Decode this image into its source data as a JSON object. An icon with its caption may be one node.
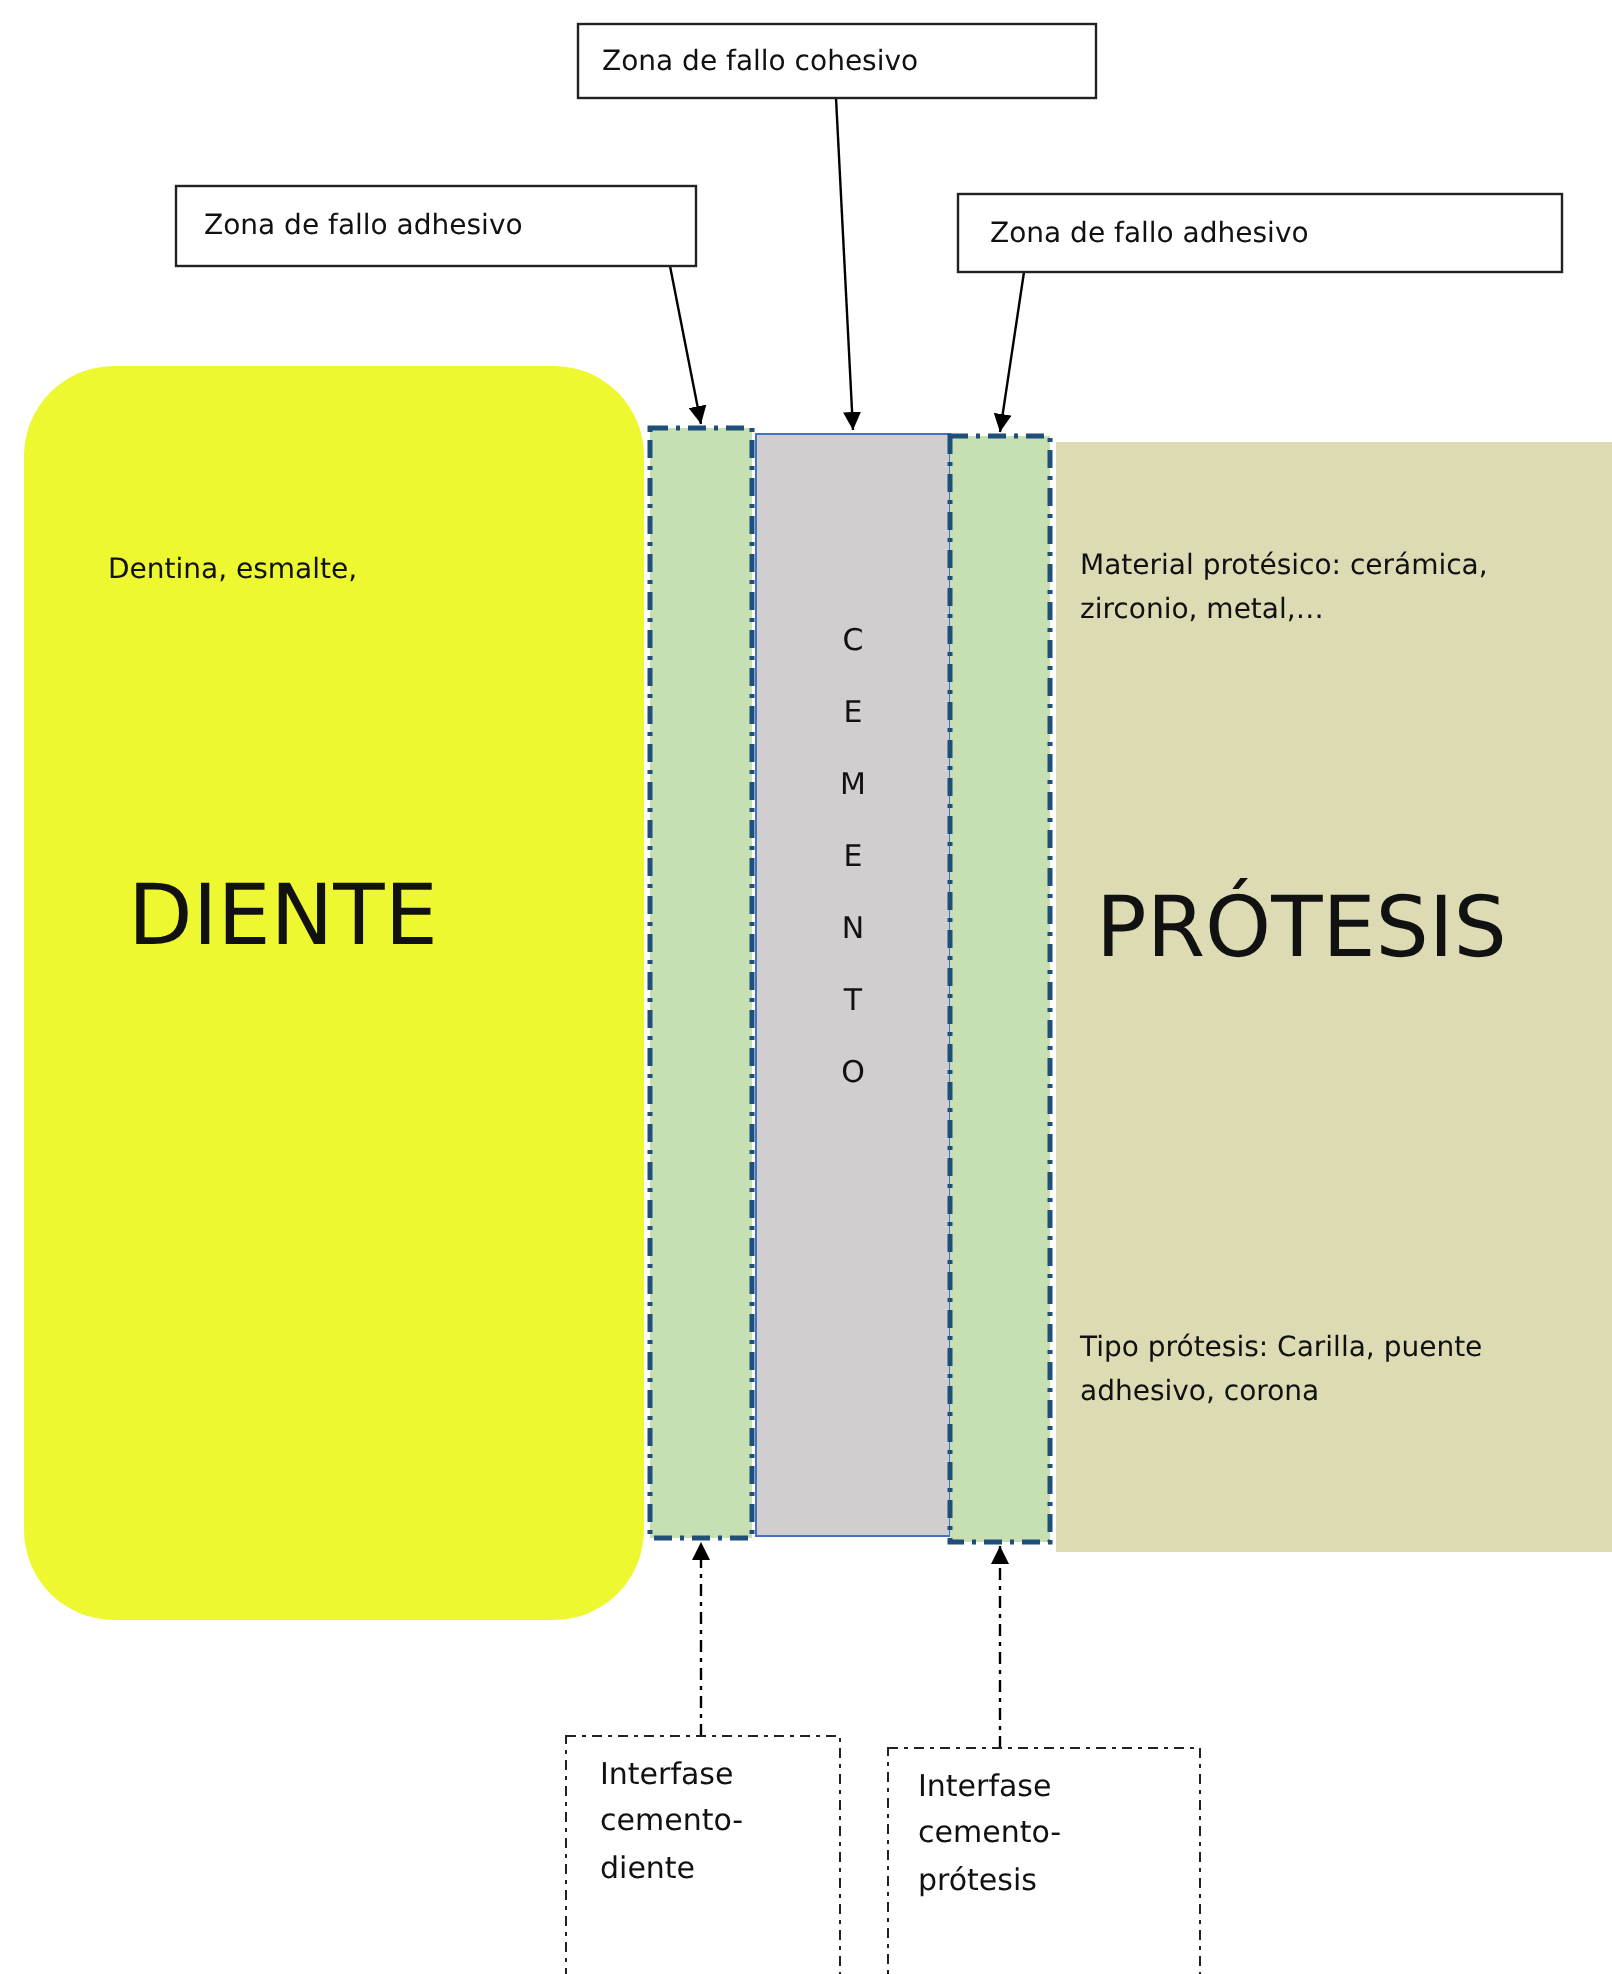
{
  "diagram": {
    "nodes": [
      {
        "text": [
          "Dentina, esmalte,",
          "DIENTE"
        ]
      },
      {
        "text": [],
        "shape": "box"
      },
      {
        "text": [
          "CEMENTO"
        ]
      },
      {
        "text": [],
        "shape": "box"
      },
      {
        "text": [
          "Material protésico: cerámica, zirconio, metal,…",
          "PRÓTESIS",
          "Tipo prótesis: Carilla, puente adhesivo, corona"
        ]
      },
      {
        "text": [
          "Zona de fallo adhesivo"
        ]
      },
      {
        "text": [
          "Zona de fallo cohesivo"
        ]
      },
      {
        "text": [
          "Zona de fallo adhesivo"
        ]
      },
      {
        "text": [
          "Interfase cemento-diente"
        ]
      },
      {
        "text": [
          "Interfase cemento-prótesis"
        ]
      }
    ],
    "edges": [
      {
        "from": 5,
        "to": 1,
        "arrow": "to"
      },
      {
        "from": 6,
        "to": 2,
        "arrow": "to"
      },
      {
        "from": 7,
        "to": 3,
        "arrow": "to"
      },
      {
        "from": 8,
        "to": 1,
        "arrow": "to",
        "style": "dashed"
      },
      {
        "from": 9,
        "to": 3,
        "arrow": "to",
        "style": "dashed"
      }
    ]
  }
}
